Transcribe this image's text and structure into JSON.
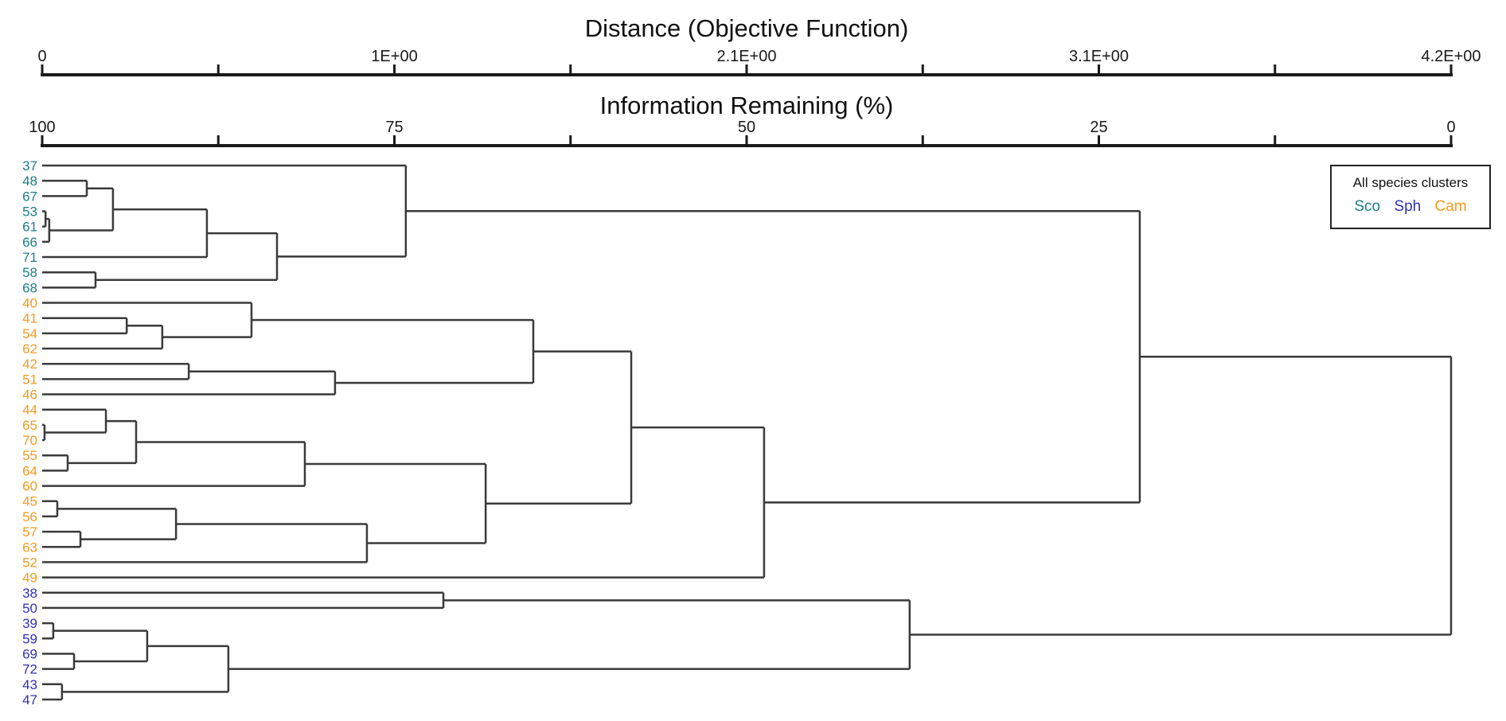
{
  "chart_data": {
    "type": "dendrogram",
    "orientation": "left-to-right",
    "axes": {
      "distance": {
        "title": "Distance (Objective Function)",
        "tick_labels": [
          "0",
          "1E+00",
          "2.1E+00",
          "3.1E+00",
          "4.2E+00"
        ],
        "min": 0,
        "max": 4.2,
        "minor_ticks_between_labels": 1
      },
      "information_remaining": {
        "title": "Information Remaining (%)",
        "tick_labels": [
          "100",
          "75",
          "50",
          "25",
          "0"
        ],
        "min": 100,
        "max": 0,
        "minor_ticks_between_labels": 1
      }
    },
    "legend": {
      "title": "All species clusters",
      "entries": [
        {
          "label": "Sco",
          "color": "#1A7F87"
        },
        {
          "label": "Sph",
          "color": "#2F31B3"
        },
        {
          "label": "Cam",
          "color": "#F8991D"
        }
      ]
    },
    "group_colors": {
      "Sco": "#1A7F87",
      "Sph": "#2F31B3",
      "Cam": "#F8991D"
    },
    "leaves_order": [
      "37",
      "48",
      "67",
      "53",
      "61",
      "66",
      "71",
      "58",
      "68",
      "40",
      "41",
      "54",
      "62",
      "42",
      "51",
      "46",
      "44",
      "65",
      "70",
      "55",
      "64",
      "60",
      "45",
      "56",
      "57",
      "63",
      "52",
      "49",
      "38",
      "50",
      "39",
      "59",
      "69",
      "72",
      "43",
      "47"
    ],
    "tree": {
      "d": 4.2,
      "children": [
        {
          "d": 3.272,
          "children": [
            {
              "d": 1.084,
              "children": [
                {
                  "leaf": "37",
                  "group": "Sco"
                },
                {
                  "d": 0.7,
                  "children": [
                    {
                      "d": 0.491,
                      "children": [
                        {
                          "d": 0.211,
                          "children": [
                            {
                              "d": 0.133,
                              "children": [
                                {
                                  "leaf": "48",
                                  "group": "Sco"
                                },
                                {
                                  "leaf": "67",
                                  "group": "Sco"
                                }
                              ]
                            },
                            {
                              "d": 0.021,
                              "children": [
                                {
                                  "d": 0.01,
                                  "children": [
                                    {
                                      "leaf": "53",
                                      "group": "Sco"
                                    },
                                    {
                                      "leaf": "61",
                                      "group": "Sco"
                                    }
                                  ]
                                },
                                {
                                  "leaf": "66",
                                  "group": "Sco"
                                }
                              ]
                            }
                          ]
                        },
                        {
                          "leaf": "71",
                          "group": "Sco"
                        }
                      ]
                    },
                    {
                      "d": 0.159,
                      "children": [
                        {
                          "leaf": "58",
                          "group": "Sco"
                        },
                        {
                          "leaf": "68",
                          "group": "Sco"
                        }
                      ]
                    }
                  ]
                }
              ]
            },
            {
              "d": 2.152,
              "children": [
                {
                  "d": 1.756,
                  "children": [
                    {
                      "d": 1.464,
                      "children": [
                        {
                          "d": 0.624,
                          "children": [
                            {
                              "leaf": "40",
                              "group": "Cam"
                            },
                            {
                              "d": 0.358,
                              "children": [
                                {
                                  "d": 0.252,
                                  "children": [
                                    {
                                      "leaf": "41",
                                      "group": "Cam"
                                    },
                                    {
                                      "leaf": "54",
                                      "group": "Cam"
                                    }
                                  ]
                                },
                                {
                                  "leaf": "62",
                                  "group": "Cam"
                                }
                              ]
                            }
                          ]
                        },
                        {
                          "d": 0.873,
                          "children": [
                            {
                              "d": 0.437,
                              "children": [
                                {
                                  "leaf": "42",
                                  "group": "Cam"
                                },
                                {
                                  "leaf": "51",
                                  "group": "Cam"
                                }
                              ]
                            },
                            {
                              "leaf": "46",
                              "group": "Cam"
                            }
                          ]
                        }
                      ]
                    },
                    {
                      "d": 1.322,
                      "children": [
                        {
                          "d": 0.783,
                          "children": [
                            {
                              "d": 0.28,
                              "children": [
                                {
                                  "d": 0.19,
                                  "children": [
                                    {
                                      "leaf": "44",
                                      "group": "Cam"
                                    },
                                    {
                                      "d": 0.007,
                                      "children": [
                                        {
                                          "leaf": "65",
                                          "group": "Cam"
                                        },
                                        {
                                          "leaf": "70",
                                          "group": "Cam"
                                        }
                                      ]
                                    }
                                  ]
                                },
                                {
                                  "d": 0.076,
                                  "children": [
                                    {
                                      "leaf": "55",
                                      "group": "Cam"
                                    },
                                    {
                                      "leaf": "64",
                                      "group": "Cam"
                                    }
                                  ]
                                }
                              ]
                            },
                            {
                              "leaf": "60",
                              "group": "Cam"
                            }
                          ]
                        },
                        {
                          "d": 0.968,
                          "children": [
                            {
                              "d": 0.399,
                              "children": [
                                {
                                  "d": 0.045,
                                  "children": [
                                    {
                                      "leaf": "45",
                                      "group": "Cam"
                                    },
                                    {
                                      "leaf": "56",
                                      "group": "Cam"
                                    }
                                  ]
                                },
                                {
                                  "d": 0.114,
                                  "children": [
                                    {
                                      "leaf": "57",
                                      "group": "Cam"
                                    },
                                    {
                                      "leaf": "63",
                                      "group": "Cam"
                                    }
                                  ]
                                }
                              ]
                            },
                            {
                              "leaf": "52",
                              "group": "Cam"
                            }
                          ]
                        }
                      ]
                    }
                  ]
                },
                {
                  "leaf": "49",
                  "group": "Cam"
                }
              ]
            }
          ]
        },
        {
          "d": 2.586,
          "children": [
            {
              "d": 1.196,
              "children": [
                {
                  "leaf": "38",
                  "group": "Sph"
                },
                {
                  "leaf": "50",
                  "group": "Sph"
                }
              ]
            },
            {
              "d": 0.555,
              "children": [
                {
                  "d": 0.313,
                  "children": [
                    {
                      "d": 0.033,
                      "children": [
                        {
                          "leaf": "39",
                          "group": "Sph"
                        },
                        {
                          "leaf": "59",
                          "group": "Sph"
                        }
                      ]
                    },
                    {
                      "d": 0.095,
                      "children": [
                        {
                          "leaf": "69",
                          "group": "Sph"
                        },
                        {
                          "leaf": "72",
                          "group": "Sph"
                        }
                      ]
                    }
                  ]
                },
                {
                  "d": 0.059,
                  "children": [
                    {
                      "leaf": "43",
                      "group": "Sph"
                    },
                    {
                      "leaf": "47",
                      "group": "Sph"
                    }
                  ]
                }
              ]
            }
          ]
        }
      ]
    }
  }
}
